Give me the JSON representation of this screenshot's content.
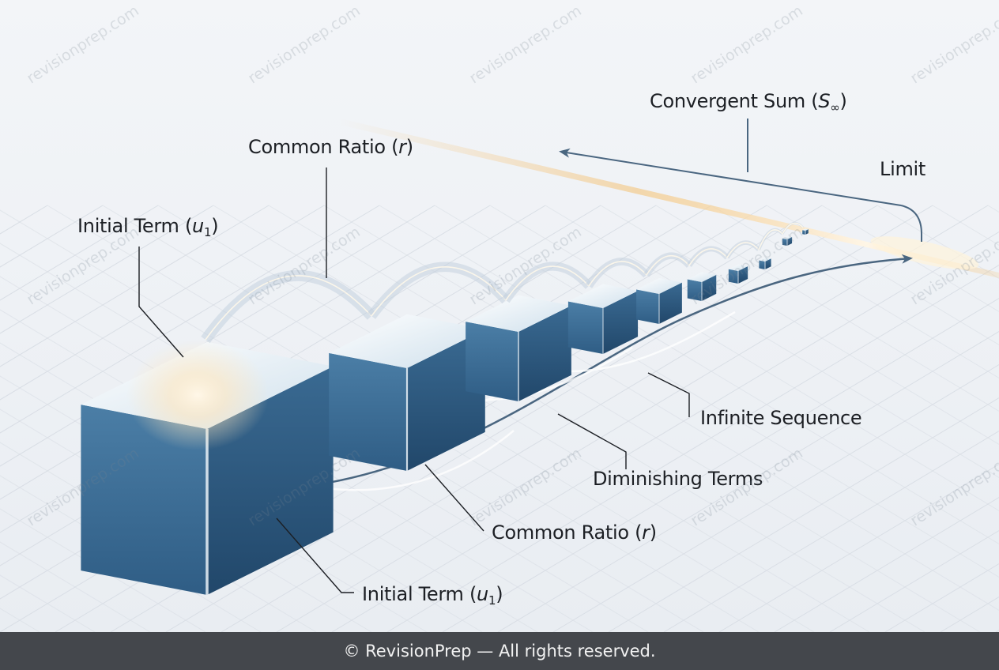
{
  "watermark": "revisionprep.com",
  "labels": {
    "initial_top": {
      "text": "Initial Term (",
      "var": "u",
      "sub": "1",
      "close": ")"
    },
    "ratio_top": {
      "text": "Common Ratio (",
      "var": "r",
      "close": ")"
    },
    "convergent": {
      "text": "Convergent Sum (",
      "var": "S",
      "sub": "∞",
      "close": ")"
    },
    "limit": "Limit",
    "infinite": "Infinite Sequence",
    "diminishing": "Diminishing Terms",
    "ratio_bottom": {
      "text": "Common Ratio (",
      "var": "r",
      "close": ")"
    },
    "initial_bottom": {
      "text": "Initial Term (",
      "var": "u",
      "sub": "1",
      "close": ")"
    }
  },
  "footer": "© RevisionPrep — All rights reserved.",
  "colors": {
    "cube_top": "#e9f1f7",
    "cube_left": "#3a6a92",
    "cube_right": "#2c5478",
    "glow": "#f4c070",
    "line": "#1c1f24",
    "arrow": "#4a6680"
  }
}
